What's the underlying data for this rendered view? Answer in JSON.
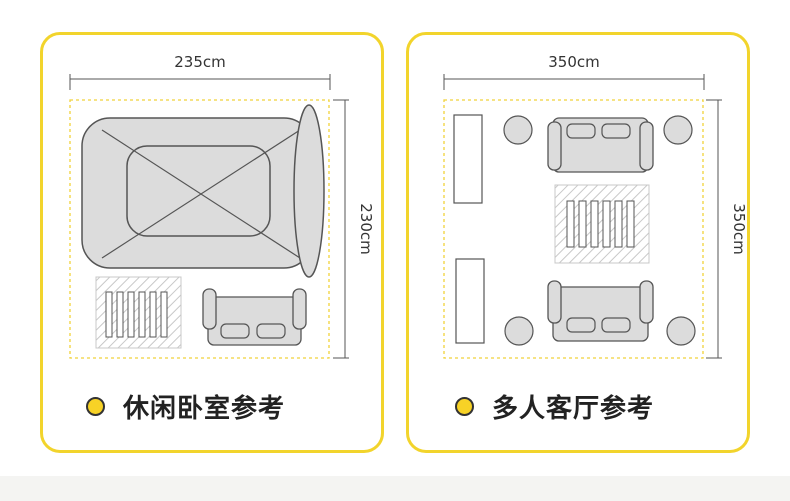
{
  "layouts": [
    {
      "id": "bedroom",
      "width_label": "235cm",
      "height_label": "230cm",
      "caption": "休闲卧室参考"
    },
    {
      "id": "living_room",
      "width_label": "350cm",
      "height_label": "350cm",
      "caption": "多人客厅参考"
    }
  ],
  "colors": {
    "card_border": "#f2d42c",
    "bullet": "#f7d226",
    "dashed_outline": "#f0d23a",
    "furniture_fill": "#dcdcdc",
    "furniture_stroke": "#555555"
  }
}
